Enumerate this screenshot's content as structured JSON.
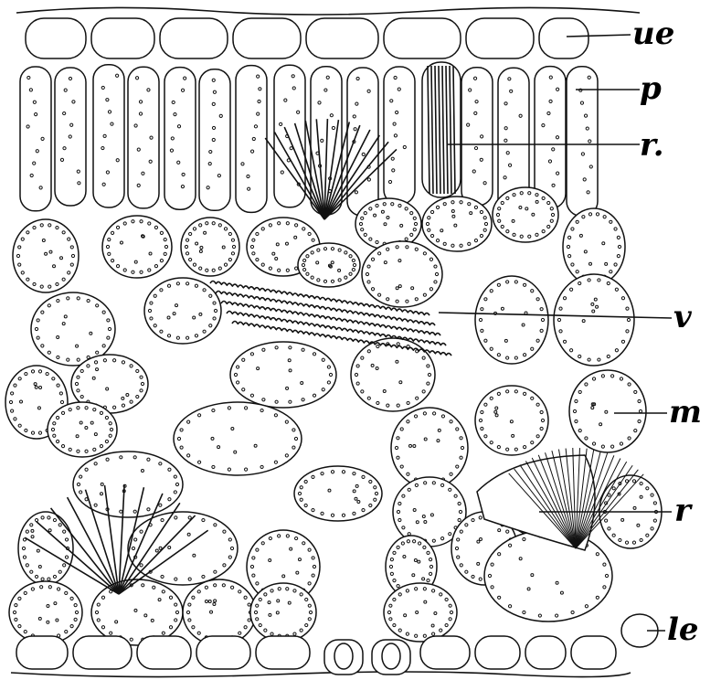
{
  "figure": {
    "labels": {
      "upper_epidermis": "ue",
      "palisade": "p",
      "raphides_upper": "r.",
      "vein": "v",
      "mesophyll": "m",
      "raphides_lower": "r",
      "lower_epidermis": "le"
    }
  },
  "colors": {
    "ink": "#111111",
    "paper": "#ffffff"
  }
}
